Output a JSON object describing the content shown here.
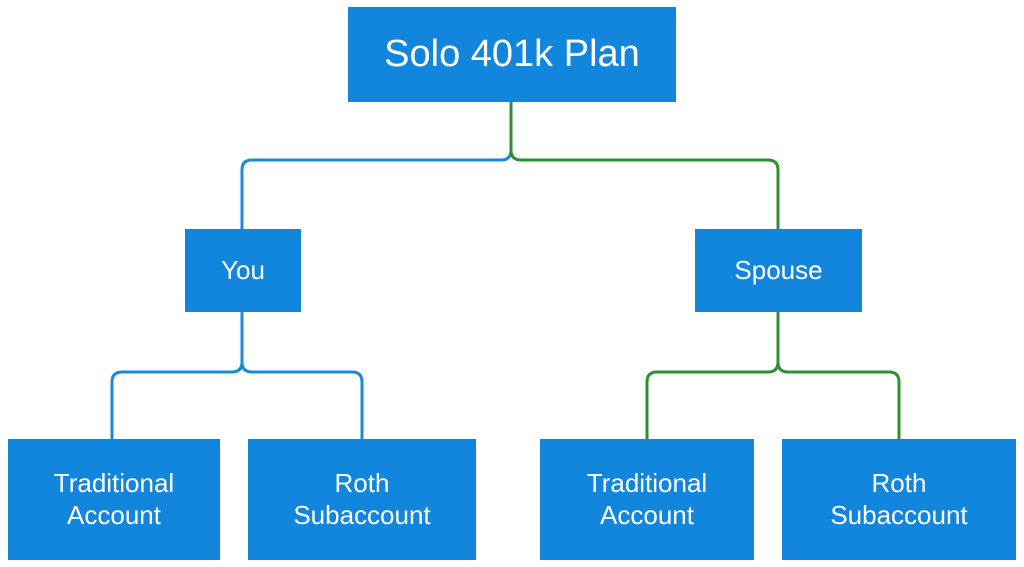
{
  "diagram": {
    "root": {
      "label": "Solo 401k Plan"
    },
    "you": {
      "label": "You",
      "children": [
        {
          "line1": "Traditional",
          "line2": "Account"
        },
        {
          "line1": "Roth",
          "line2": "Subaccount"
        }
      ]
    },
    "spouse": {
      "label": "Spouse",
      "children": [
        {
          "line1": "Traditional",
          "line2": "Account"
        },
        {
          "line1": "Roth",
          "line2": "Subaccount"
        }
      ]
    }
  },
  "colors": {
    "box": "#1286dc",
    "text": "#ffffff",
    "you_branch": "#1b8ad9",
    "spouse_branch": "#2f8f34"
  }
}
